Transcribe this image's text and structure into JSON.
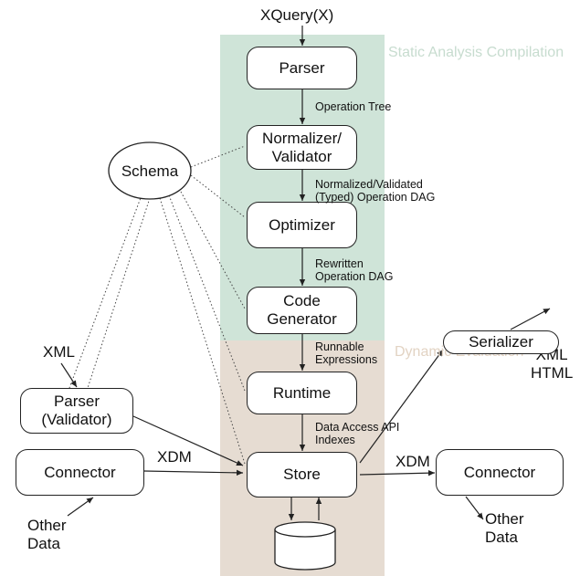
{
  "colors": {
    "static_region": "#cfe4d8",
    "dynamic_region": "#e6dcd2",
    "static_label": "#c7dccf",
    "dynamic_label": "#e2d3c3"
  },
  "input": "XQuery(X)",
  "regions": {
    "static": "Static Analysis\nCompilation",
    "dynamic": "Dynamic\nEvaluation"
  },
  "pipeline": {
    "parser": "Parser",
    "normalizer": "Normalizer/\nValidator",
    "optimizer": "Optimizer",
    "codegen": "Code\nGenerator",
    "runtime": "Runtime",
    "store": "Store"
  },
  "edges": {
    "operation_tree": "Operation Tree",
    "normalized_dag": "Normalized/Validated\n(Typed) Operation DAG",
    "rewritten_dag": "Rewritten\nOperation DAG",
    "runnable": "Runnable\nExpressions",
    "data_access": "Data Access API\nIndexes"
  },
  "schema": "Schema",
  "left": {
    "xml": "XML",
    "parser": "Parser\n(Validator)",
    "connector": "Connector",
    "xdm": "XDM",
    "other_data": "Other\nData"
  },
  "right": {
    "xml_html": "XML\nHTML",
    "serializer": "Serializer",
    "xdm": "XDM",
    "connector": "Connector",
    "other_data": "Other\nData"
  },
  "database_icon": "cylinder"
}
